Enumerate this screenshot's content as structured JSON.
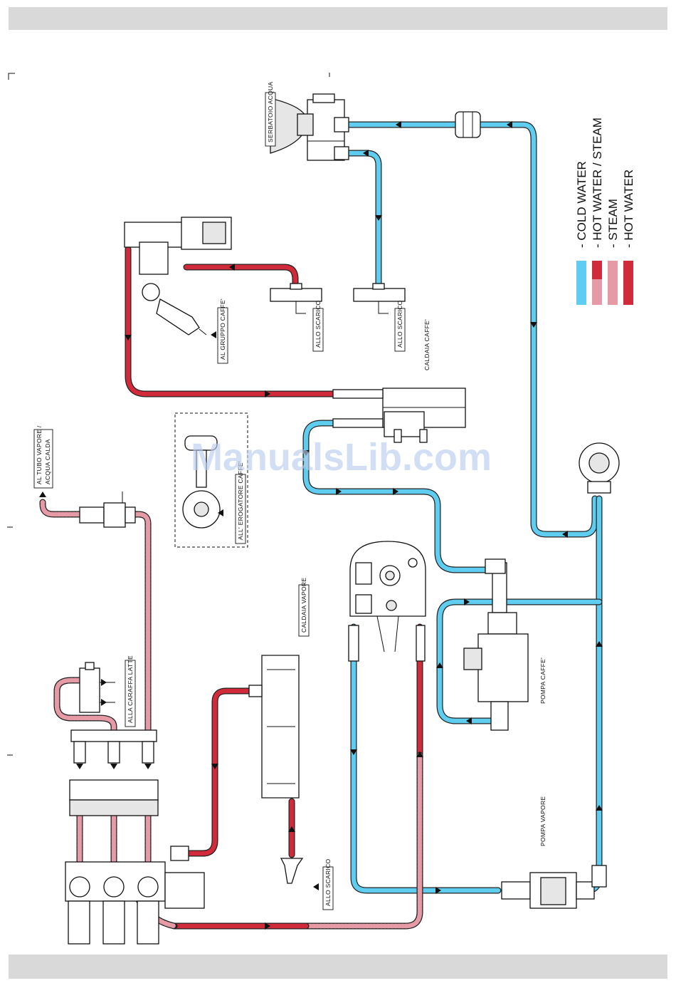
{
  "legend": {
    "items": [
      {
        "label": "- COLD WATER",
        "color": "#5fcdf0",
        "style": "solid"
      },
      {
        "label": "- HOT WATER / STEAM",
        "color": "#d12a3a",
        "style": "mixed"
      },
      {
        "label": "- STEAM",
        "color": "#e59aa6",
        "style": "speckled"
      },
      {
        "label": "- HOT WATER",
        "color": "#d12a3a",
        "style": "solid"
      }
    ]
  },
  "labels": {
    "serbatoio_acqua": "SERBATOIO ACQUA",
    "al_gruppo_caffe": "AL GRUPPO CAFFE'",
    "allo_scarico_1": "ALLO SCARICO",
    "allo_scarico_2": "ALLO SCARICO",
    "allo_scarico_3": "ALLO SCARICO",
    "caldaia_caffe": "CALDAIA CAFFE'",
    "al_tubo_vapore_line1": "AL TUBO VAPORE /",
    "al_tubo_vapore_line2": "ACQUA CALDA",
    "all_erogatore_caffe": "ALL' EROGATORE CAFFE'",
    "caldaia_vapore": "CALDAIA VAPORE",
    "alla_caraffa_latte": "ALLA CARAFFA LATTE",
    "pompa_caffe": "POMPA CAFFE'",
    "pompa_vapore": "POMPA VAPORE"
  },
  "watermark": "ManualsLib.com"
}
